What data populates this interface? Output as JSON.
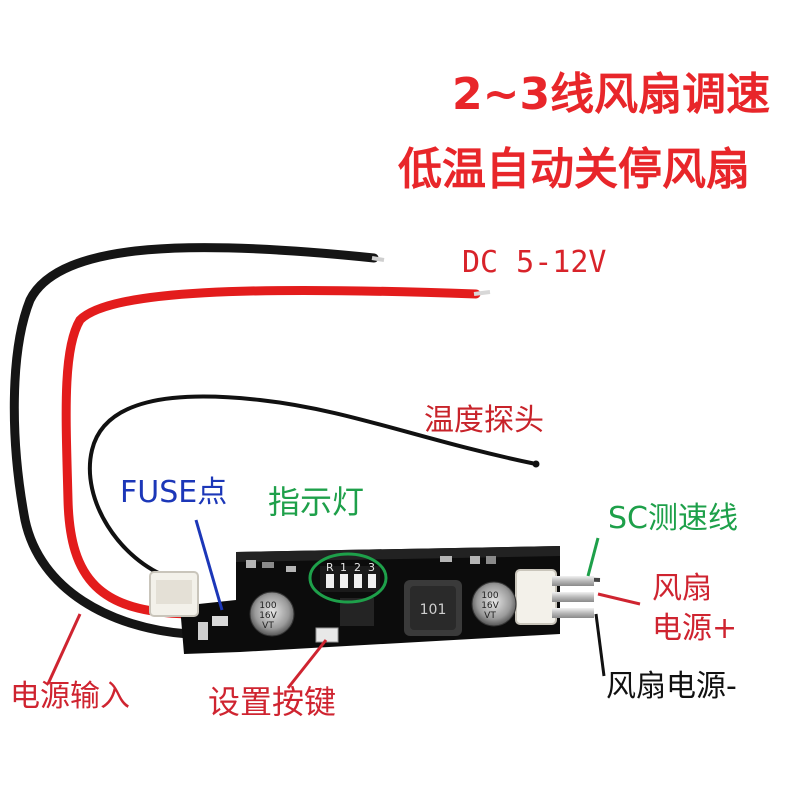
{
  "title": {
    "line1": "2~3线风扇调速",
    "line2": "低温自动关停风扇"
  },
  "labels": {
    "voltage": "DC 5-12V",
    "probe": "温度探头",
    "fuse": "FUSE点",
    "indicator": "指示灯",
    "speed_wire": "SC测速线",
    "fan_power_plus_1": "风扇",
    "fan_power_plus_2": "电源+",
    "fan_power_minus": "风扇电源-",
    "power_input": "电源输入",
    "set_button": "设置按键"
  },
  "board": {
    "led_marks": [
      "R",
      "1",
      "2",
      "3"
    ],
    "cap_marking": [
      "100",
      "16V",
      "VT"
    ],
    "inductor_marking": "101"
  },
  "colors": {
    "title_red": "#e8262a",
    "label_green": "#1ea04a",
    "label_blue": "#1c37b8",
    "pcb": "#111111"
  }
}
